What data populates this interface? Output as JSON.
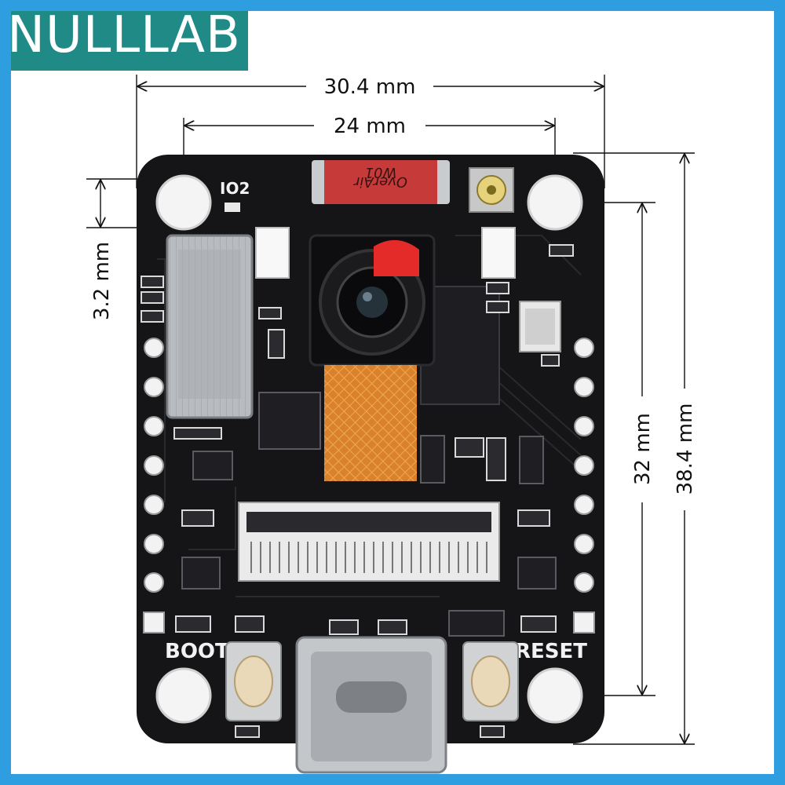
{
  "brand": {
    "name": "NULLLAB",
    "color": "#1f8a86"
  },
  "frame": {
    "color": "#2f9ee0"
  },
  "dimensions": {
    "outer_width": "30.4  mm",
    "hole_spacing_x": "24  mm",
    "hole_inset": "3.2  mm",
    "hole_spacing_y": "32  mm",
    "outer_height": "38.4  mm"
  },
  "board": {
    "color": "#151517",
    "silkscreen": {
      "io_label": "IO2",
      "boot_label": "BOOT",
      "reset_label": "RESET"
    },
    "antenna": {
      "line1": "OverAir",
      "line2": "W01",
      "color": "#c73a3a"
    },
    "components": [
      "camera-module",
      "flex-ribbon",
      "fpc-connector",
      "usb-c-port",
      "boot-button",
      "reset-button",
      "sd-card-slot",
      "crystal-oscillator",
      "ipex-connector",
      "flash-led-left",
      "flash-led-right"
    ]
  }
}
